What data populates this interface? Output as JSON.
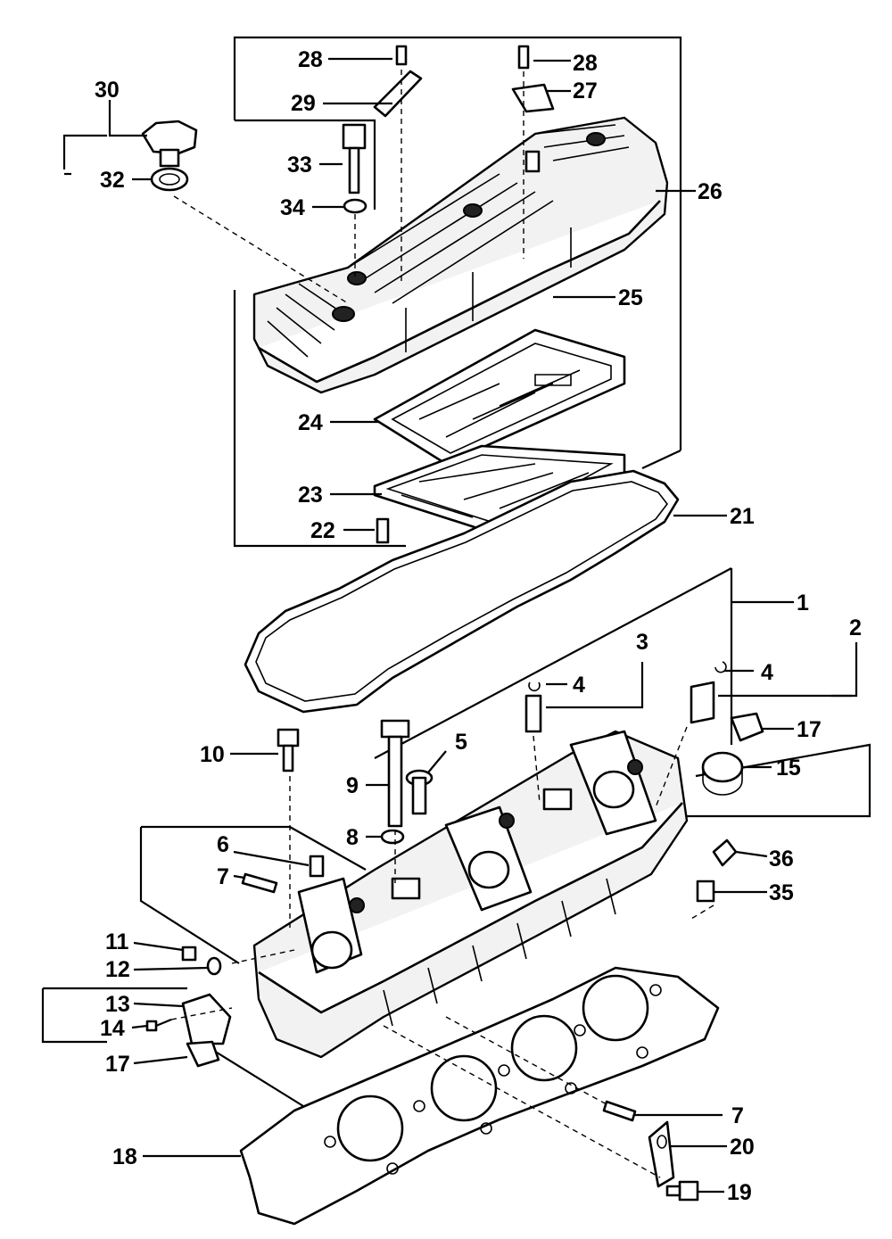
{
  "callouts": [
    {
      "id": "28a",
      "number": "28"
    },
    {
      "id": "28b",
      "number": "28"
    },
    {
      "id": "29",
      "number": "29"
    },
    {
      "id": "27",
      "number": "27"
    },
    {
      "id": "30",
      "number": "30"
    },
    {
      "id": "33",
      "number": "33"
    },
    {
      "id": "32",
      "number": "32"
    },
    {
      "id": "34",
      "number": "34"
    },
    {
      "id": "26",
      "number": "26"
    },
    {
      "id": "25",
      "number": "25"
    },
    {
      "id": "24",
      "number": "24"
    },
    {
      "id": "23",
      "number": "23"
    },
    {
      "id": "21",
      "number": "21"
    },
    {
      "id": "22",
      "number": "22"
    },
    {
      "id": "1",
      "number": "1"
    },
    {
      "id": "2",
      "number": "2"
    },
    {
      "id": "3",
      "number": "3"
    },
    {
      "id": "4a",
      "number": "4"
    },
    {
      "id": "4b",
      "number": "4"
    },
    {
      "id": "17a",
      "number": "17"
    },
    {
      "id": "5",
      "number": "5"
    },
    {
      "id": "10",
      "number": "10"
    },
    {
      "id": "15",
      "number": "15"
    },
    {
      "id": "9",
      "number": "9"
    },
    {
      "id": "8",
      "number": "8"
    },
    {
      "id": "6",
      "number": "6"
    },
    {
      "id": "36",
      "number": "36"
    },
    {
      "id": "7a",
      "number": "7"
    },
    {
      "id": "35",
      "number": "35"
    },
    {
      "id": "11",
      "number": "11"
    },
    {
      "id": "12",
      "number": "12"
    },
    {
      "id": "13",
      "number": "13"
    },
    {
      "id": "14",
      "number": "14"
    },
    {
      "id": "17b",
      "number": "17"
    },
    {
      "id": "7b",
      "number": "7"
    },
    {
      "id": "20",
      "number": "20"
    },
    {
      "id": "18",
      "number": "18"
    },
    {
      "id": "19",
      "number": "19"
    }
  ]
}
